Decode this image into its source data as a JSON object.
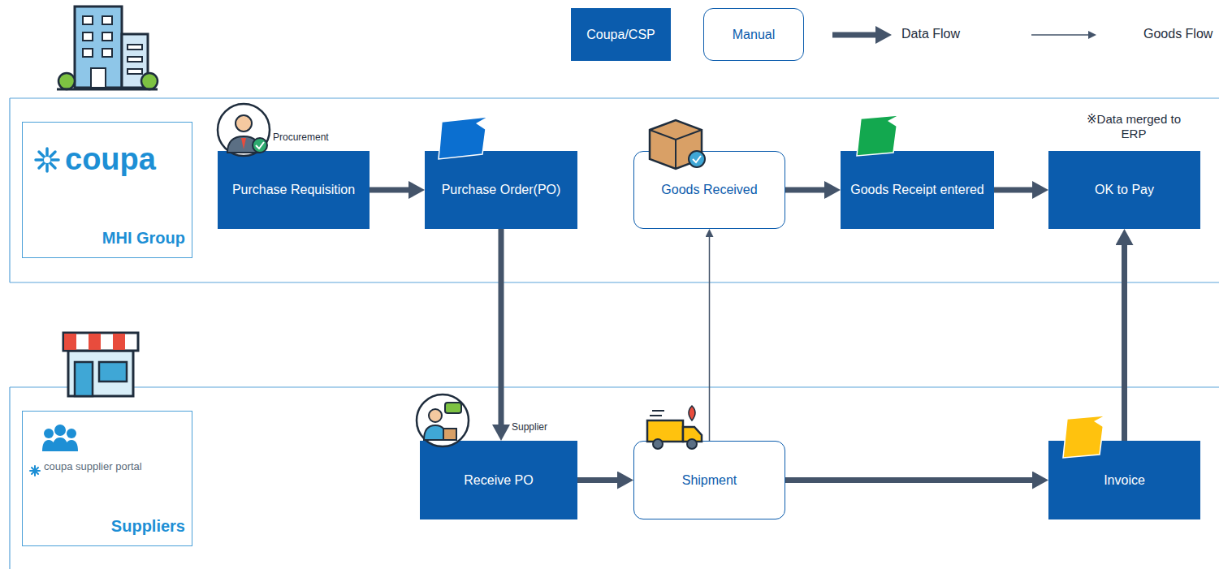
{
  "diagram": {
    "nodes": [
      {
        "text": [
          "coupa",
          "MHI Group"
        ]
      },
      {
        "text": [
          "Purchase Requisition"
        ]
      },
      {
        "text": [
          "Purchase Order(PO)"
        ]
      },
      {
        "text": [
          "Goods Received"
        ]
      },
      {
        "text": [
          "Goods Receipt entered"
        ]
      },
      {
        "text": [
          "OK to Pay"
        ]
      },
      {
        "text": [
          "coupa supplier portal",
          "Suppliers"
        ]
      },
      {
        "text": [
          "Receive PO"
        ]
      },
      {
        "text": [
          "Shipment"
        ]
      },
      {
        "text": [
          "Invoice"
        ]
      }
    ],
    "edges": [
      {
        "from": 1,
        "to": 2,
        "arrow": "to"
      },
      {
        "from": 2,
        "to": 7,
        "arrow": "to"
      },
      {
        "from": 3,
        "to": 4,
        "arrow": "to"
      },
      {
        "from": 4,
        "to": 5,
        "arrow": "to"
      },
      {
        "from": 7,
        "to": 8,
        "arrow": "to"
      },
      {
        "from": 8,
        "to": 9,
        "arrow": "to"
      },
      {
        "from": 8,
        "to": 3,
        "arrow": "to"
      },
      {
        "from": 9,
        "to": 5,
        "arrow": "to"
      }
    ],
    "labels": [
      "Procurement",
      "Supplier",
      "※Data merged to ERP"
    ],
    "legend": [
      {
        "text": "Coupa/CSP",
        "color": "#0b5cad"
      },
      {
        "text": "Manual"
      },
      {
        "text": "Data Flow"
      },
      {
        "text": "Goods Flow"
      }
    ]
  }
}
